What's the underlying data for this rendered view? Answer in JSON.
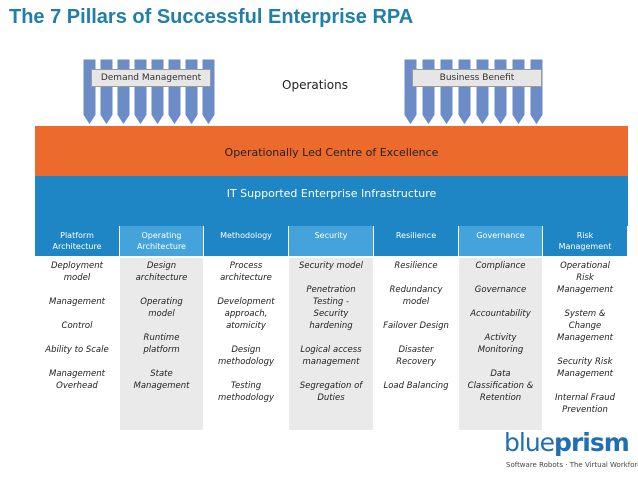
{
  "title": "The 7 Pillars of Successful Enterprise RPA",
  "left_pillars_label": "Demand Management",
  "right_pillars_label": "Business Benefit",
  "operations_label": "Operations",
  "orange_band": "Operationally Led Centre of Excellence",
  "blue_band": "IT Supported Enterprise Infrastructure",
  "columns": [
    {
      "header": [
        "Platform",
        "Architecture"
      ],
      "items": [
        "Deployment",
        "model",
        "",
        "Management",
        "",
        "Control",
        "",
        "Ability to Scale",
        "",
        "Management",
        "Overhead"
      ]
    },
    {
      "header": [
        "Operating",
        "Architecture"
      ],
      "items": [
        "Design",
        "architecture",
        "",
        "Operating",
        "model",
        "",
        "Runtime",
        "platform",
        "",
        "State",
        "Management"
      ]
    },
    {
      "header": [
        "Methodology"
      ],
      "items": [
        "Process",
        "architecture",
        "",
        "Development",
        "approach,",
        "atomicity",
        "",
        "Design",
        "methodology",
        "",
        "Testing",
        "methodology"
      ]
    },
    {
      "header": [
        "Security"
      ],
      "items": [
        "Security model",
        "",
        "Penetration",
        "Testing -",
        "Security",
        "hardening",
        "",
        "Logical access",
        "management",
        "",
        "Segregation of",
        "Duties"
      ]
    },
    {
      "header": [
        "Resilience"
      ],
      "items": [
        "Resilience",
        "",
        "Redundancy",
        "model",
        "",
        "Failover Design",
        "",
        "Disaster",
        "Recovery",
        "",
        "Load Balancing"
      ]
    },
    {
      "header": [
        "Governance"
      ],
      "items": [
        "Compliance",
        "",
        "Governance",
        "",
        "Accountability",
        "",
        "Activity",
        "Monitoring",
        "",
        "Data",
        "Classification &",
        "Retention"
      ]
    },
    {
      "header": [
        "Risk",
        "Management"
      ],
      "items": [
        "Operational",
        "Risk",
        "Management",
        "",
        "System &",
        "Change",
        "Management",
        "",
        "Security Risk",
        "Management",
        "",
        "Internal Fraud",
        "Prevention"
      ]
    }
  ],
  "logo": {
    "word_blue": "blue",
    "word_prism": "prism",
    "tagline": "Software Robots · The Virtual Workforce"
  },
  "colors": {
    "title": "#1f7fa8",
    "orange": "#ec6a2c",
    "blue": "#1f86c6",
    "pillar": "#6b8cc7"
  }
}
